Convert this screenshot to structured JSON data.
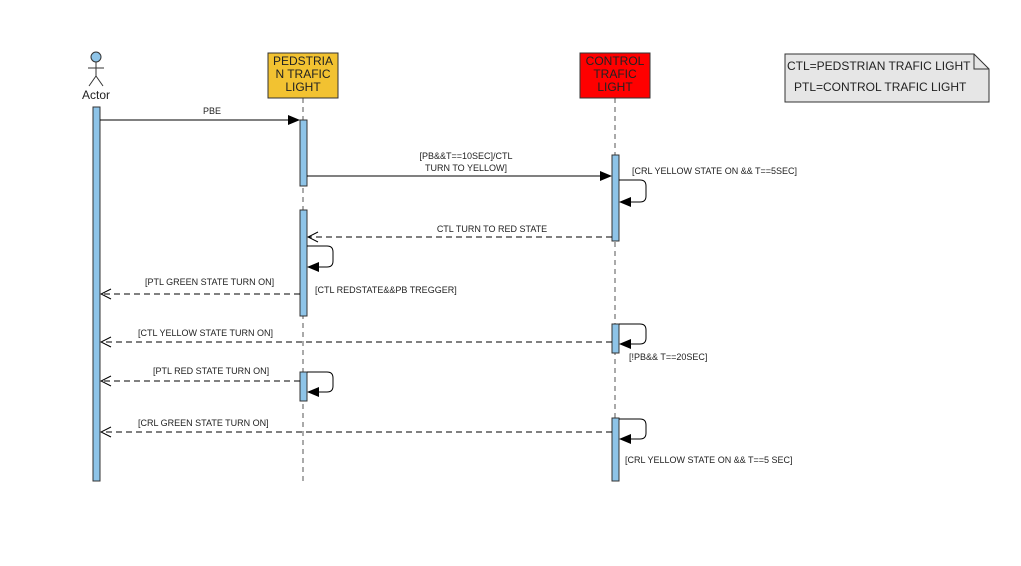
{
  "actor": {
    "label": "Actor"
  },
  "lifelines": {
    "pedestrian": {
      "lines": [
        "PEDSTRIA",
        "N TRAFIC",
        "LIGHT"
      ],
      "color": "#f2c231"
    },
    "control": {
      "lines": [
        "CONTROL",
        "TRAFIC",
        "LIGHT"
      ],
      "color": "#ff0000"
    }
  },
  "activation_color": "#8ec4e8",
  "note": {
    "lines": [
      "CTL=PEDSTRIAN TRAFIC LIGHT",
      "PTL=CONTROL TRAFIC LIGHT"
    ]
  },
  "messages": {
    "m1": "PBE",
    "m2": [
      "[PB&&T==10SEC]/CTL",
      "TURN TO YELLOW]"
    ],
    "m3": "CTL TURN TO RED STATE",
    "m4": "[PTL GREEN STATE TURN ON]",
    "m5": "[CTL YELLOW STATE TURN ON]",
    "m6": "[PTL RED STATE TURN ON]",
    "m7": "[CRL GREEN STATE TURN ON]"
  },
  "self_messages": {
    "s1": "[CRL YELLOW STATE ON && T==5SEC]",
    "s2": "[CTL REDSTATE&&PB TREGGER]",
    "s3": "[!PB&& T==20SEC]",
    "s5": "[CRL YELLOW STATE ON && T==5 SEC]"
  }
}
